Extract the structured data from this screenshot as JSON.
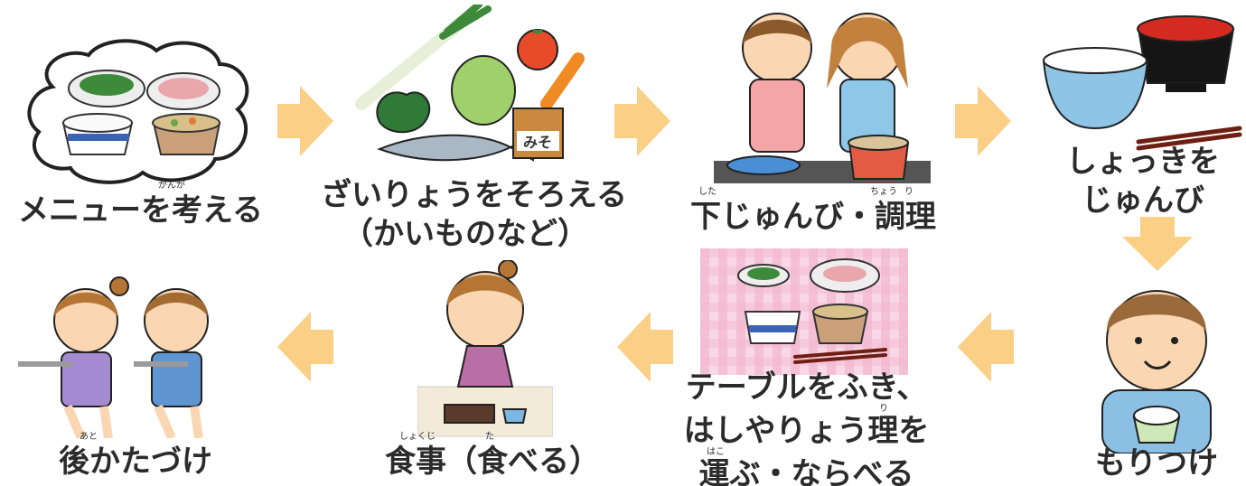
{
  "colors": {
    "arrow": "#fbcf86",
    "text": "#2b2b2b",
    "tablecloth": "#f6c2d8",
    "wall": "#f3ead8"
  },
  "steps": [
    {
      "id": "menu",
      "lines": [
        "メニューを考える"
      ],
      "ruby": [
        {
          "text": "かんが"
        }
      ],
      "icon": "menu-thought-cloud-icon"
    },
    {
      "id": "ingredients",
      "lines": [
        "ざいりょうをそろえる",
        "（かいものなど）"
      ],
      "ruby": [],
      "icon": "vegetables-ingredients-icon",
      "miso_label": "みそ"
    },
    {
      "id": "prep",
      "lines": [
        "下じゅんび・調理"
      ],
      "ruby": [
        {
          "text": "した"
        },
        {
          "text": "ちょう"
        },
        {
          "text": "り"
        }
      ],
      "icon": "cooking-children-icon"
    },
    {
      "id": "dishes",
      "lines": [
        "しょっきを",
        "じゅんび"
      ],
      "ruby": [],
      "icon": "bowls-chopsticks-icon"
    },
    {
      "id": "serve",
      "lines": [
        "もりつけ"
      ],
      "ruby": [],
      "icon": "boy-serving-rice-icon"
    },
    {
      "id": "table",
      "lines": [
        "テーブルをふき、",
        "はしやりょう理を",
        "運ぶ・ならべる"
      ],
      "ruby": [
        {
          "text": "り"
        },
        {
          "text": "はこ"
        }
      ],
      "icon": "table-setting-icon"
    },
    {
      "id": "eat",
      "lines": [
        "食事（食べる）"
      ],
      "ruby": [
        {
          "text": "しょくじ"
        },
        {
          "text": "た"
        }
      ],
      "icon": "girl-eating-icon"
    },
    {
      "id": "cleanup",
      "lines": [
        "後かたづけ"
      ],
      "ruby": [
        {
          "text": "あと"
        }
      ],
      "icon": "children-clearing-trays-icon"
    }
  ]
}
